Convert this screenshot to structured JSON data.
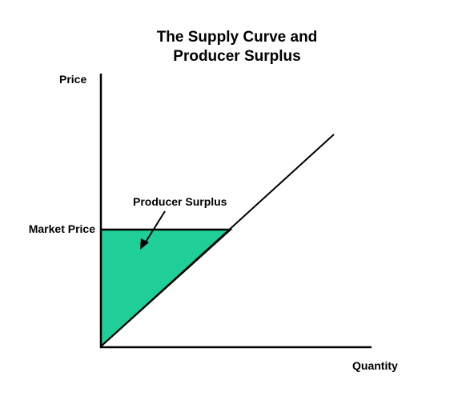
{
  "title": {
    "line1": "The Supply Curve and",
    "line2": "Producer Surplus"
  },
  "axes": {
    "y_label": "Price",
    "x_label": "Quantity"
  },
  "market_price_label": "Market Price",
  "surplus_label": "Producer Surplus",
  "colors": {
    "surplus_fill": "#1fcf97",
    "line": "#000000"
  }
}
